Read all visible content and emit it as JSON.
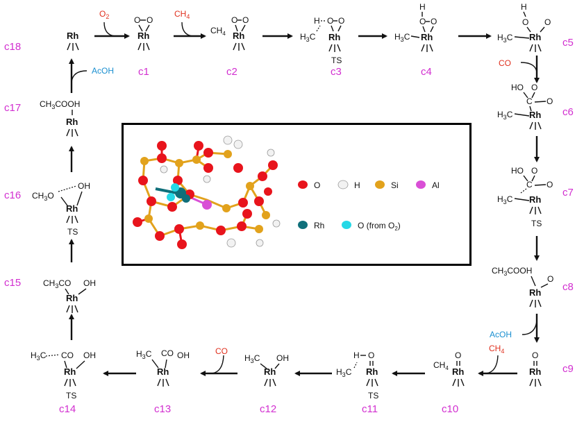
{
  "labels": {
    "c1": "c1",
    "c2": "c2",
    "c3": "c3",
    "c4": "c4",
    "c5": "c5",
    "c6": "c6",
    "c7": "c7",
    "c8": "c8",
    "c9": "c9",
    "c10": "c10",
    "c11": "c11",
    "c12": "c12",
    "c13": "c13",
    "c14": "c14",
    "c15": "c15",
    "c16": "c16",
    "c17": "c17",
    "c18": "c18"
  },
  "reagents": {
    "o2": "O",
    "o2_sub": "2",
    "ch4_a": "CH",
    "ch4_a_sub": "4",
    "co_a": "CO",
    "acoh_a": "AcOH",
    "ch4_b": "CH",
    "ch4_b_sub": "4",
    "co_b": "CO",
    "acoh_b": "AcOH"
  },
  "species": {
    "rh": "Rh",
    "ts": "TS",
    "o": "O",
    "h": "H",
    "c": "C",
    "oh": "OH",
    "ho": "HO",
    "co": "CO",
    "ch4": "CH",
    "four": "4",
    "h3c": "H",
    "three": "3",
    "ch3co": "CH",
    "co_suffix": "CO",
    "ch3cooh": "CH",
    "cooh_suffix": "COOH",
    "ch3o": "CH",
    "o_suffix": "O"
  },
  "legend": {
    "o": "O",
    "h": "H",
    "si": "Si",
    "al": "Al",
    "rh": "Rh",
    "o_from": "O (from O",
    "o_from_sub": "2",
    "o_from_end": ")"
  },
  "colors": {
    "label": "#d22fd0",
    "reagent_red": "#e0301e",
    "reagent_blue": "#1a8fd0",
    "atom_o": "#e8141c",
    "atom_h": "#f2f2f2",
    "atom_si": "#e2a21c",
    "atom_al": "#d94fd6",
    "atom_rh": "#0f6f7a",
    "atom_o2": "#25d8e6"
  }
}
